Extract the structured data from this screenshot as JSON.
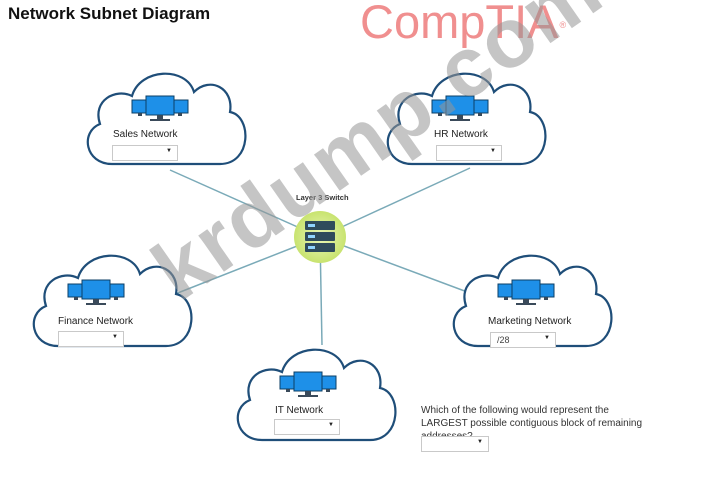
{
  "title": "Network Subnet Diagram",
  "brand": {
    "name": "CompTIA",
    "mark": "®"
  },
  "switch": {
    "label": "Layer 3 Switch"
  },
  "networks": [
    {
      "label": "Sales Network",
      "selected": ""
    },
    {
      "label": "HR Network",
      "selected": ""
    },
    {
      "label": "Finance Network",
      "selected": ""
    },
    {
      "label": "Marketing Network",
      "selected": "/28"
    },
    {
      "label": "IT Network",
      "selected": ""
    }
  ],
  "question": {
    "text": "Which of the following would represent the LARGEST possible contiguous block of remaining addresses?",
    "selected": ""
  },
  "watermark": "krdump.com",
  "colors": {
    "cloud_stroke": "#1f4e79",
    "link": "#7aaab8",
    "monitor": "#1e90e8",
    "switch_glow": "#d9ef9a",
    "brand": "#f08f8f"
  }
}
